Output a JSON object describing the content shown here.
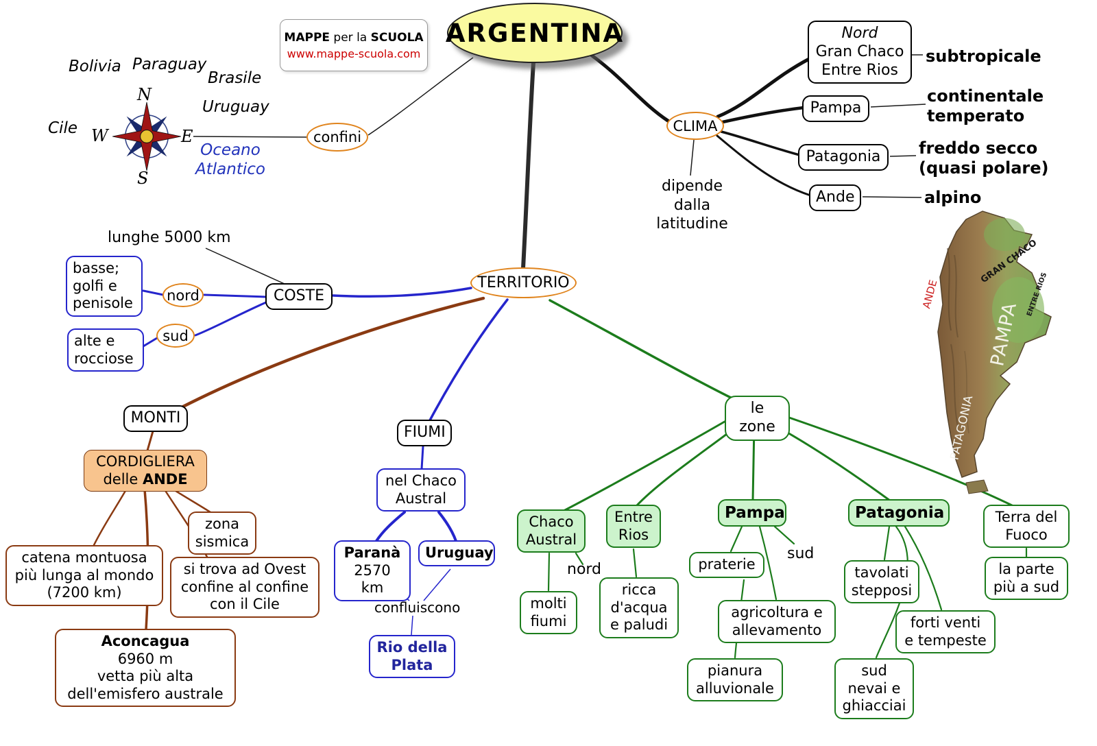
{
  "title": "ARGENTINA",
  "logo": {
    "bold1": "MAPPE",
    "mid": " per la ",
    "bold2": "SCUOLA",
    "url": "www.mappe-scuola.com"
  },
  "compass": {
    "n": "N",
    "e": "E",
    "s": "S",
    "w": "W"
  },
  "confini": {
    "label": "confini",
    "bolivia": "Bolivia",
    "paraguay": "Paraguay",
    "brasile": "Brasile",
    "uruguay": "Uruguay",
    "cile": "Cile",
    "oceano": [
      "Oceano",
      "Atlantico"
    ]
  },
  "clima": {
    "label": "CLIMA",
    "note": [
      "dipende",
      "dalla",
      "latitudine"
    ],
    "nord_region": {
      "r1": "Nord",
      "r2": "Gran Chaco",
      "r3": "Entre Rios",
      "climate": "subtropicale"
    },
    "pampa_region": {
      "name": "Pampa",
      "climate": [
        "continentale",
        "temperato"
      ]
    },
    "patagonia_region": {
      "name": "Patagonia",
      "climate": [
        "freddo secco",
        "(quasi polare)"
      ]
    },
    "ande_region": {
      "name": "Ande",
      "climate": "alpino"
    }
  },
  "territorio": {
    "label": "TERRITORIO"
  },
  "coste": {
    "label": "COSTE",
    "note": "lunghe 5000 km",
    "nord": "nord",
    "sud": "sud",
    "nord_desc": [
      "basse;",
      "golfi e",
      "penisole"
    ],
    "sud_desc": [
      "alte e",
      "rocciose"
    ]
  },
  "monti": {
    "label": "MONTI",
    "cord_line1": "CORDIGLIERA",
    "cord_pre": "delle ",
    "cord_bold": "ANDE",
    "zona_sismica": [
      "zona",
      "sismica"
    ],
    "catena": [
      "catena montuosa",
      "più lunga al mondo",
      "(7200 km)"
    ],
    "ovest": [
      "si trova ad Ovest",
      "confine al confine",
      "con il Cile"
    ],
    "aconcagua": "Aconcagua",
    "aconcagua_desc": [
      "6960 m",
      "vetta più alta",
      "dell'emisfero australe"
    ]
  },
  "fiumi": {
    "label": "FIUMI",
    "chaco": [
      "nel Chaco",
      "Austral"
    ],
    "parana": "Paranà",
    "parana_km": "2570 km",
    "uruguay": "Uruguay",
    "confluiscono": "confluiscono",
    "rio": [
      "Rio della",
      "Plata"
    ]
  },
  "zone": {
    "label": "le zone",
    "chaco_name": [
      "Chaco",
      "Austral"
    ],
    "chaco_dir": "nord",
    "chaco_f1": [
      "molti",
      "fiumi"
    ],
    "entre_name": [
      "Entre",
      "Rios"
    ],
    "entre_f1": [
      "ricca",
      "d'acqua",
      "e paludi"
    ],
    "pampa_name": "Pampa",
    "pampa_dir": "sud",
    "pampa_f1": "praterie",
    "pampa_f2": [
      "agricoltura e",
      "allevamento"
    ],
    "pampa_f3": [
      "pianura",
      "alluvionale"
    ],
    "patagonia_name": "Patagonia",
    "patagonia_f1": [
      "tavolati",
      "stepposi"
    ],
    "patagonia_f2": [
      "forti venti",
      "e tempeste"
    ],
    "patagonia_f3": [
      "sud",
      "nevai e",
      "ghiacciai"
    ],
    "terra_name": [
      "Terra del",
      "Fuoco"
    ],
    "terra_f1": [
      "la parte",
      "più a sud"
    ]
  },
  "map": {
    "ande": "ANDE",
    "gran_chaco": "GRAN CHACO",
    "pampa": "PAMPA",
    "entre_rios": "ENTRE RIOS",
    "patagonia": "PATAGONIA"
  },
  "colors": {
    "accent_orange": "#e0841d",
    "node_yellow": "#fafaa0",
    "line_blue": "#2525cc",
    "line_brown": "#8a3a12",
    "line_green": "#1c7c1c",
    "zone_fill": "#ccf3cc",
    "cord_fill": "#f8c48e",
    "url_red": "#cc0000",
    "ocean_blue": "#2233bb"
  }
}
